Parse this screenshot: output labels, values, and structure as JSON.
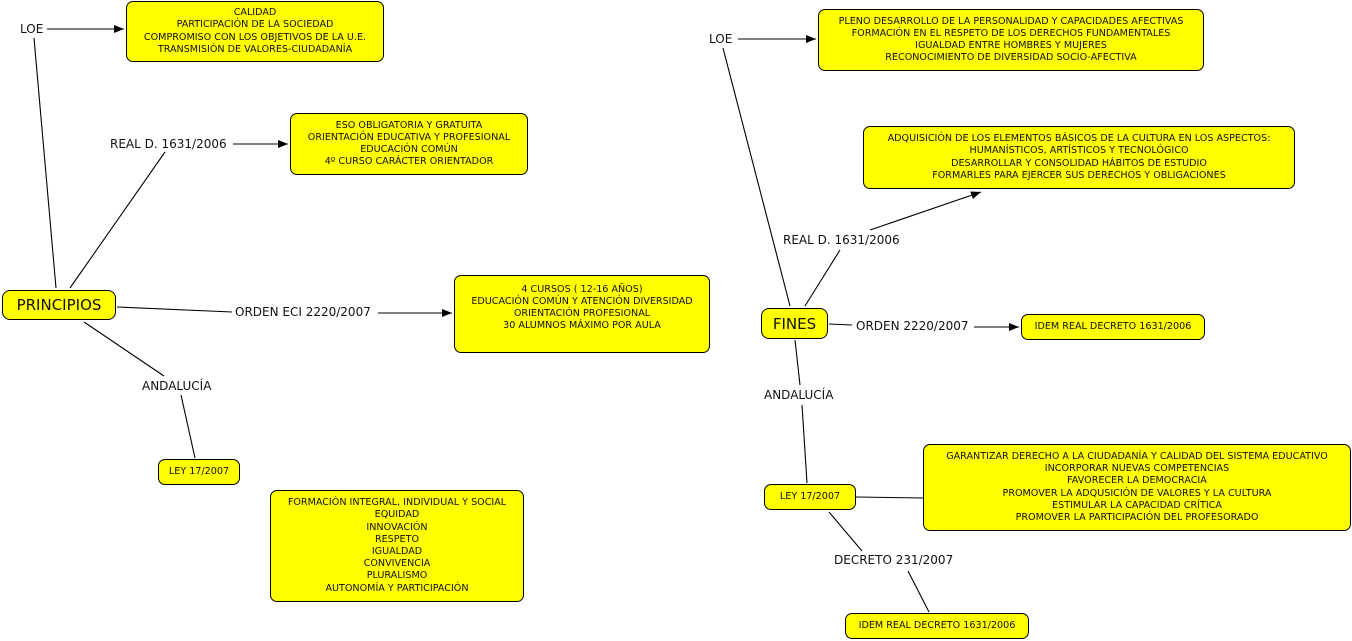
{
  "colors": {
    "node_fill": "#ffff00",
    "line": "#000000",
    "background": "#ffffff"
  },
  "left": {
    "root": "PRINCIPIOS",
    "labels": {
      "loe": "LOE",
      "real_decreto": "REAL D. 1631/2006",
      "orden": "ORDEN ECI 2220/2007",
      "andalucia": "ANDALUCÍA"
    },
    "boxes": {
      "loe": [
        "CALIDAD",
        "PARTICIPACIÓN DE LA SOCIEDAD",
        "COMPROMISO CON LOS OBJETIVOS DE LA U.E.",
        "TRANSMISIÓN DE VALORES-CIUDADANÍA"
      ],
      "real_decreto": [
        "ESO OBLIGATORIA Y GRATUITA",
        "ORIENTACIÓN EDUCATIVA Y PROFESIONAL",
        "EDUCACIÓN COMÚN",
        "4º CURSO CARÁCTER ORIENTADOR"
      ],
      "orden": [
        "4 CURSOS ( 12-16 AÑOS)",
        "EDUCACIÓN COMÚN Y ATENCIÓN DIVERSIDAD",
        "ORIENTACIÓN PROFESIONAL",
        "30 ALUMNOS MÁXIMO POR AULA"
      ],
      "ley": [
        "LEY 17/2007"
      ],
      "ley_values": [
        "FORMACIÓN INTEGRAL, INDIVIDUAL Y SOCIAL",
        "EQUIDAD",
        "INNOVACIÓN",
        "RESPETO",
        "IGUALDAD",
        "CONVIVENCIA",
        "PLURALISMO",
        "AUTONOMÍA Y PARTICIPACIÓN"
      ]
    }
  },
  "right": {
    "root": "FINES",
    "labels": {
      "loe": "LOE",
      "real_decreto": "REAL D. 1631/2006",
      "orden": "ORDEN 2220/2007",
      "andalucia": "ANDALUCÍA",
      "decreto": "DECRETO 231/2007"
    },
    "boxes": {
      "loe": [
        "PLENO DESARROLLO DE LA PERSONALIDAD Y CAPACIDADES AFECTIVAS",
        "FORMACIÓN EN EL RESPETO DE LOS DERECHOS FUNDAMENTALES",
        "IGUALDAD ENTRE HOMBRES Y MUJERES",
        "RECONOCIMIENTO DE DIVERSIDAD SOCIO-AFECTIVA"
      ],
      "real_decreto": [
        "ADQUISICIÓN DE LOS ELEMENTOS BÁSICOS DE LA CULTURA EN LOS ASPECTOS:",
        "HUMANÍSTICOS, ARTÍSTICOS Y TECNOLÓGICO",
        "DESARROLLAR Y CONSOLIDAD HÁBITOS DE ESTUDIO",
        "FORMARLES PARA EJERCER SUS DERECHOS Y OBLIGACIONES"
      ],
      "orden": [
        "IDEM REAL DECRETO 1631/2006"
      ],
      "ley": [
        "LEY 17/2007"
      ],
      "ley_values": [
        "GARANTIZAR DERECHO A LA CIUDADANÍA Y CALIDAD DEL SISTEMA EDUCATIVO",
        "INCORPORAR NUEVAS COMPETENCIAS",
        "FAVORECER LA DEMOCRACIA",
        "PROMOVER LA ADQUSICIÓN DE VALORES Y LA CULTURA",
        "ESTIMULAR LA CAPACIDAD CRÍTICA",
        "PROMOVER LA PARTICIPACIÓN DEL PROFESORADO"
      ],
      "decreto": [
        "IDEM REAL DECRETO 1631/2006"
      ]
    }
  }
}
